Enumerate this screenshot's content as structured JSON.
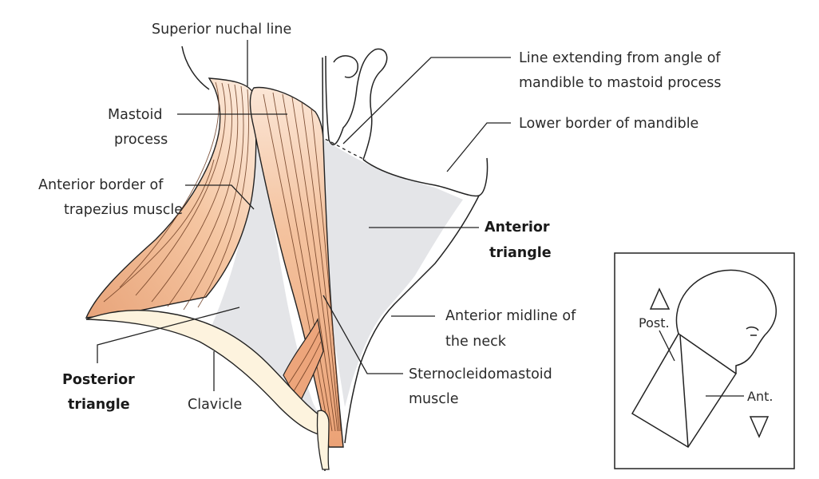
{
  "labels": {
    "superior_nuchal_line": "Superior nuchal line",
    "mastoid_process_1": "Mastoid",
    "mastoid_process_2": "process",
    "anterior_border_trapezius_1": "Anterior border of",
    "anterior_border_trapezius_2": "trapezius muscle",
    "line_angle_mandible_1": "Line extending from angle of",
    "line_angle_mandible_2": "mandible to mastoid process",
    "lower_border_mandible": "Lower border of mandible",
    "anterior_triangle_1": "Anterior",
    "anterior_triangle_2": "triangle",
    "anterior_midline_1": "Anterior midline of",
    "anterior_midline_2": "the neck",
    "sternocleidomastoid_1": "Sternocleidomastoid",
    "sternocleidomastoid_2": "muscle",
    "posterior_triangle_1": "Posterior",
    "posterior_triangle_2": "triangle",
    "clavicle": "Clavicle"
  },
  "inset": {
    "post_label": "Post.",
    "ant_label": "Ant."
  },
  "colors": {
    "muscle_fill": "#f0b890",
    "muscle_light": "#fbe3d0",
    "triangle_fill": "#e4e5e8",
    "bone_fill": "#fdf3de",
    "line": "#222222"
  }
}
